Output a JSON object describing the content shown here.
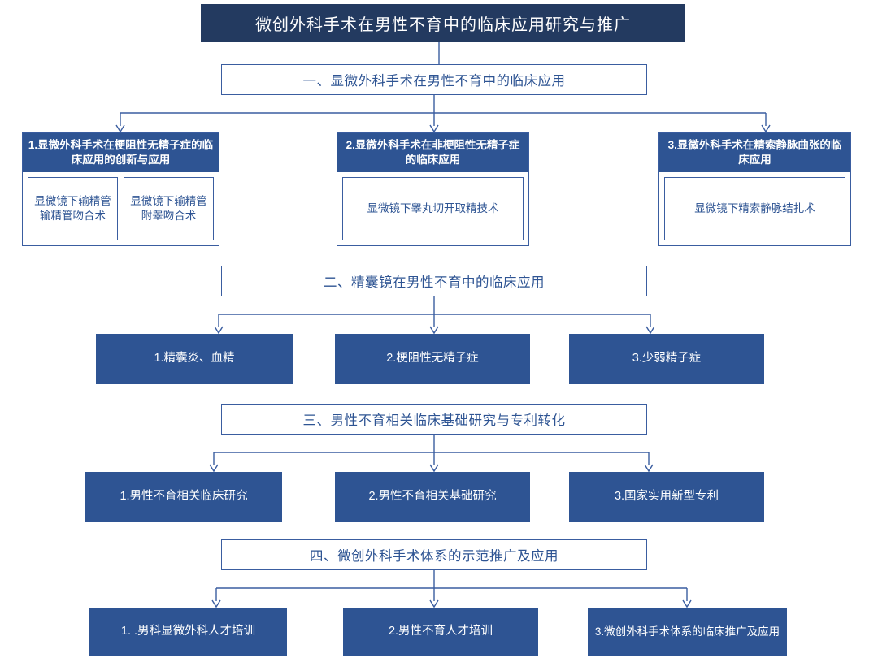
{
  "title": "微创外科手术在男性不育中的临床应用研究与推广",
  "colors": {
    "title_bar": "#233A60",
    "node_blue": "#2E5493",
    "border_blue": "#3A5DA0",
    "text_blue": "#2E5493",
    "background": "#FFFFFF"
  },
  "sections": [
    {
      "header": "一、显微外科手术在男性不育中的临床应用",
      "groups": [
        {
          "head": "1.显微外科手术在梗阻性无精子症的临床应用的创新与应用",
          "children": [
            "显微镜下输精管输精管吻合术",
            "显微镜下输精管附睾吻合术"
          ]
        },
        {
          "head": "2.显微外科手术在非梗阻性无精子症的临床应用",
          "children": [
            "显微镜下睾丸切开取精技术"
          ]
        },
        {
          "head": "3.显微外科手术在精索静脉曲张的临床应用",
          "children": [
            "显微镜下精索静脉结扎术"
          ]
        }
      ]
    },
    {
      "header": "二、精囊镜在男性不育中的临床应用",
      "nodes": [
        "1.精囊炎、血精",
        "2.梗阻性无精子症",
        "3.少弱精子症"
      ]
    },
    {
      "header": "三、男性不育相关临床基础研究与专利转化",
      "nodes": [
        "1.男性不育相关临床研究",
        "2.男性不育相关基础研究",
        "3.国家实用新型专利"
      ]
    },
    {
      "header": "四、微创外科手术体系的示范推广及应用",
      "nodes": [
        "1. .男科显微外科人才培训",
        "2.男性不育人才培训",
        "3.微创外科手术体系的临床推广及应用"
      ]
    }
  ]
}
